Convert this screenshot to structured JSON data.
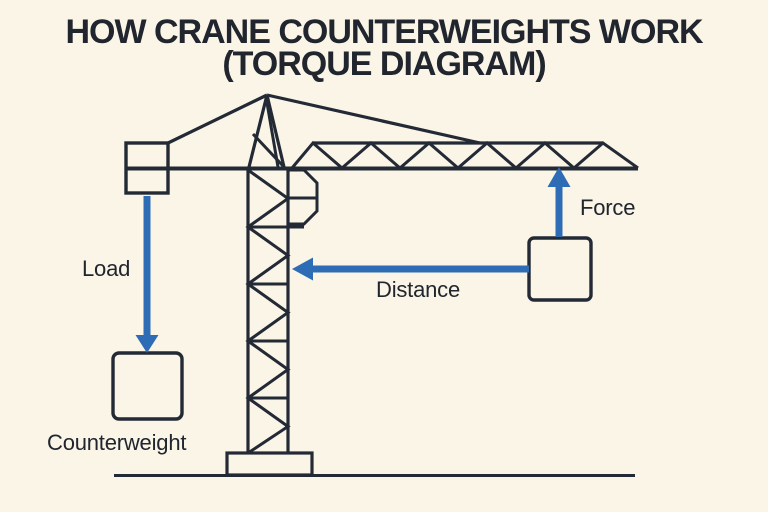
{
  "title": {
    "line1": "HOW CRANE COUNTERWEIGHTS WORK",
    "line2": "(TORQUE DIAGRAM)"
  },
  "labels": {
    "load": "Load",
    "counterweight": "Counterweight",
    "distance": "Distance",
    "force": "Force"
  },
  "colors": {
    "background": "#faf5e7",
    "line": "#232a36",
    "arrow": "#2e6db6",
    "text": "#20252e"
  }
}
